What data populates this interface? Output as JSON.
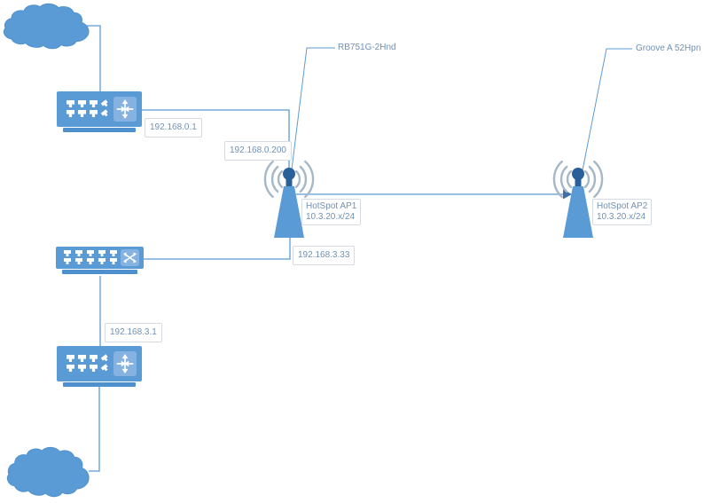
{
  "diagram": {
    "labels": {
      "router1_ip": "192.168.0.1",
      "ap1_ip": "192.168.0.200",
      "ap1_model": "RB751G-2Hnd",
      "ap1_name": "HotSpot AP1",
      "ap1_subnet": "10.3.20.x/24",
      "switch_ip": "192.168.3.33",
      "router2_ip": "192.168.3.1",
      "ap2_model": "Groove A 52Hpn",
      "ap2_name": "HotSpot AP2",
      "ap2_subnet": "10.3.20.x/24"
    },
    "icons": {
      "cloud_top": "internet-cloud-icon",
      "cloud_bottom": "internet-cloud-icon",
      "router": "router-crossed-arrows-icon",
      "switch": "switch-crossed-arrows-icon",
      "antenna": "wireless-antenna-icon",
      "port": "ethernet-port-icon"
    },
    "colors": {
      "shape_blue": "#5b9bd5",
      "shape_dark_blue": "#2a6099",
      "icon_panel_blue": "#86b2e2",
      "shadow_blue": "#4e90ce",
      "wave_gray": "#a6b7c7",
      "connector_blue": "#5b9bd5",
      "arrow_blue": "#3d6fa8",
      "label_text": "#7191b5",
      "label_border": "#d6dbe3"
    }
  }
}
